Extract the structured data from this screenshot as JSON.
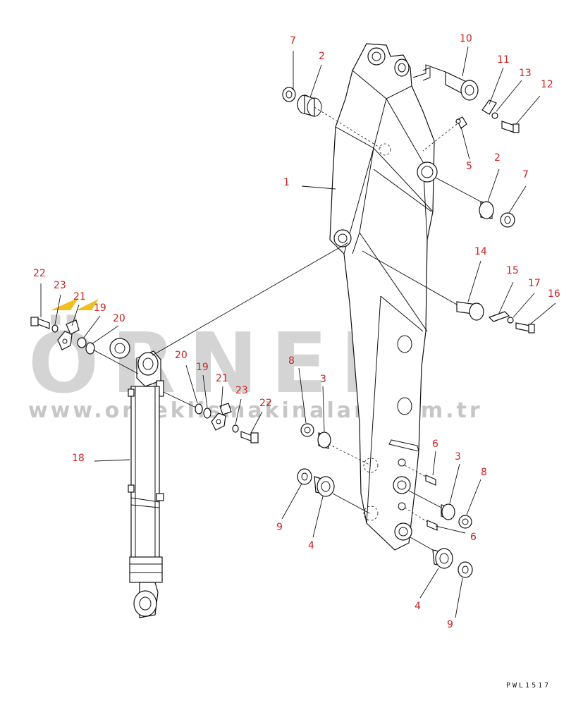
{
  "watermark": {
    "brand": "ÖRNEK",
    "url": "www.orneklismakinalari.com.tr",
    "accent_color": "#f0c020"
  },
  "drawing_code": "PWL1517",
  "callouts": [
    {
      "id": "c1",
      "label": "1"
    },
    {
      "id": "c2a",
      "label": "2"
    },
    {
      "id": "c2b",
      "label": "2"
    },
    {
      "id": "c3a",
      "label": "3"
    },
    {
      "id": "c3b",
      "label": "3"
    },
    {
      "id": "c4a",
      "label": "4"
    },
    {
      "id": "c4b",
      "label": "4"
    },
    {
      "id": "c5",
      "label": "5"
    },
    {
      "id": "c6a",
      "label": "6"
    },
    {
      "id": "c6b",
      "label": "6"
    },
    {
      "id": "c7a",
      "label": "7"
    },
    {
      "id": "c7b",
      "label": "7"
    },
    {
      "id": "c8a",
      "label": "8"
    },
    {
      "id": "c8b",
      "label": "8"
    },
    {
      "id": "c9a",
      "label": "9"
    },
    {
      "id": "c9b",
      "label": "9"
    },
    {
      "id": "c10",
      "label": "10"
    },
    {
      "id": "c11",
      "label": "11"
    },
    {
      "id": "c12",
      "label": "12"
    },
    {
      "id": "c13",
      "label": "13"
    },
    {
      "id": "c14",
      "label": "14"
    },
    {
      "id": "c15",
      "label": "15"
    },
    {
      "id": "c16",
      "label": "16"
    },
    {
      "id": "c17",
      "label": "17"
    },
    {
      "id": "c18",
      "label": "18"
    },
    {
      "id": "c19a",
      "label": "19"
    },
    {
      "id": "c19b",
      "label": "19"
    },
    {
      "id": "c20a",
      "label": "20"
    },
    {
      "id": "c20b",
      "label": "20"
    },
    {
      "id": "c21a",
      "label": "21"
    },
    {
      "id": "c21b",
      "label": "21"
    },
    {
      "id": "c22a",
      "label": "22"
    },
    {
      "id": "c22b",
      "label": "22"
    },
    {
      "id": "c23a",
      "label": "23"
    },
    {
      "id": "c23b",
      "label": "23"
    }
  ]
}
